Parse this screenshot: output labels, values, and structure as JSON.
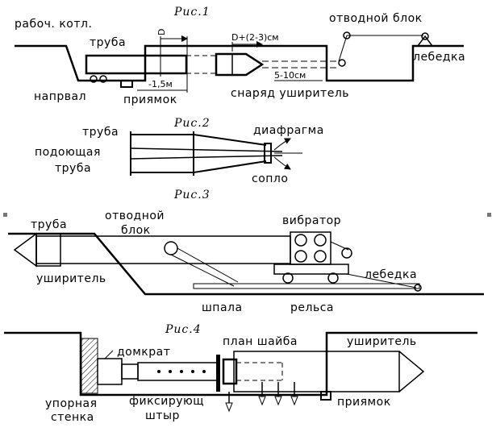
{
  "fig1": {
    "caption": "Рис.1",
    "working_pit": "рабоч. котл.",
    "pipe": "труба",
    "diverting_block": "отводной блок",
    "winch": "лебедка",
    "guide": "напрвал",
    "pit": "приямок",
    "projectile": "снаряд уширитель",
    "dim_d": "D",
    "dim_d_plus": "D+(2-3)см",
    "dim_len": "-1,5м",
    "dim_gap": "5-10см"
  },
  "fig2": {
    "caption": "Рис.2",
    "pipe": "труба",
    "feed_line1": "подоющая",
    "feed_line2": "труба",
    "diaphragm": "диафрагма",
    "nozzle": "сопло"
  },
  "fig3": {
    "caption": "Рис.3",
    "pipe": "труба",
    "diverting_line1": "отводной",
    "diverting_line2": "блок",
    "vibrator": "вибратор",
    "expander": "уширитель",
    "winch": "лебедка",
    "sleeper": "шпала",
    "rail": "рельса"
  },
  "fig4": {
    "caption": "Рис.4",
    "jack": "домкрат",
    "plate": "план шайба",
    "expander": "уширитель",
    "stop_wall1": "упорная",
    "stop_wall2": "стенка",
    "fix_pin1": "фиксирующ",
    "fix_pin2": "штыр",
    "pit": "приямок"
  }
}
